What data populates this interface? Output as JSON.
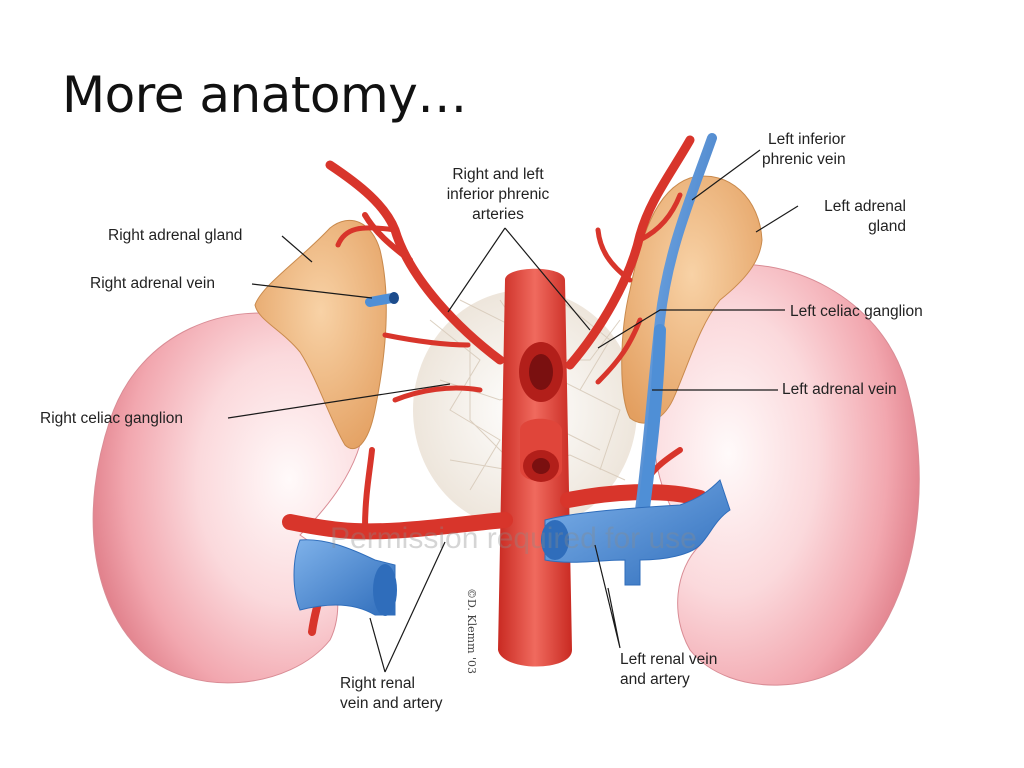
{
  "slide": {
    "title": "More anatomy…"
  },
  "figure": {
    "labels": {
      "right_adrenal_gland": "Right adrenal gland",
      "right_adrenal_vein": "Right adrenal vein",
      "right_celiac_ganglion": "Right celiac ganglion",
      "phrenic_arteries_1": "Right and left",
      "phrenic_arteries_2": "inferior phrenic",
      "phrenic_arteries_3": "arteries",
      "left_inferior_phrenic_vein_1": "Left inferior",
      "left_inferior_phrenic_vein_2": "phrenic vein",
      "left_adrenal_gland_1": "Left adrenal",
      "left_adrenal_gland_2": "gland",
      "left_celiac_ganglion": "Left celiac ganglion",
      "left_adrenal_vein": "Left adrenal vein",
      "left_renal_1": "Left renal vein",
      "left_renal_2": "and artery",
      "right_renal_1": "Right renal",
      "right_renal_2": "vein and artery"
    },
    "watermark": "Permission required for use",
    "signature": "©D. Klemm '03"
  },
  "colors": {
    "kidney": "#f2a5ad",
    "artery": "#e0372c",
    "vein": "#4f8fd6",
    "adrenal": "#f0b57c",
    "ganglion": "#f3ece4"
  }
}
